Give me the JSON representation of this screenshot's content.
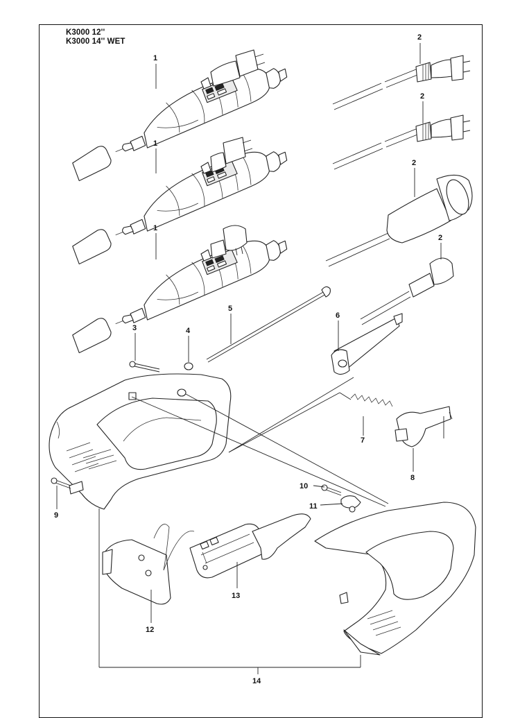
{
  "header": {
    "model_line_1": "K3000 12''",
    "model_line_2": "K3000 14'' WET"
  },
  "callouts": [
    {
      "id": "c1a",
      "label": "1"
    },
    {
      "id": "c1b",
      "label": "1"
    },
    {
      "id": "c1c",
      "label": "1"
    },
    {
      "id": "c2a",
      "label": "2"
    },
    {
      "id": "c2b",
      "label": "2"
    },
    {
      "id": "c2c",
      "label": "2"
    },
    {
      "id": "c2d",
      "label": "2"
    },
    {
      "id": "c3",
      "label": "3"
    },
    {
      "id": "c4",
      "label": "4"
    },
    {
      "id": "c5",
      "label": "5"
    },
    {
      "id": "c6",
      "label": "6"
    },
    {
      "id": "c7",
      "label": "7"
    },
    {
      "id": "c8",
      "label": "8"
    },
    {
      "id": "c9",
      "label": "9"
    },
    {
      "id": "c10",
      "label": "10"
    },
    {
      "id": "c11",
      "label": "11"
    },
    {
      "id": "c12",
      "label": "12"
    },
    {
      "id": "c13",
      "label": "13"
    },
    {
      "id": "c14",
      "label": "14"
    }
  ],
  "colors": {
    "line": "#222222",
    "shade": "#ebebeb",
    "background": "#ffffff"
  }
}
